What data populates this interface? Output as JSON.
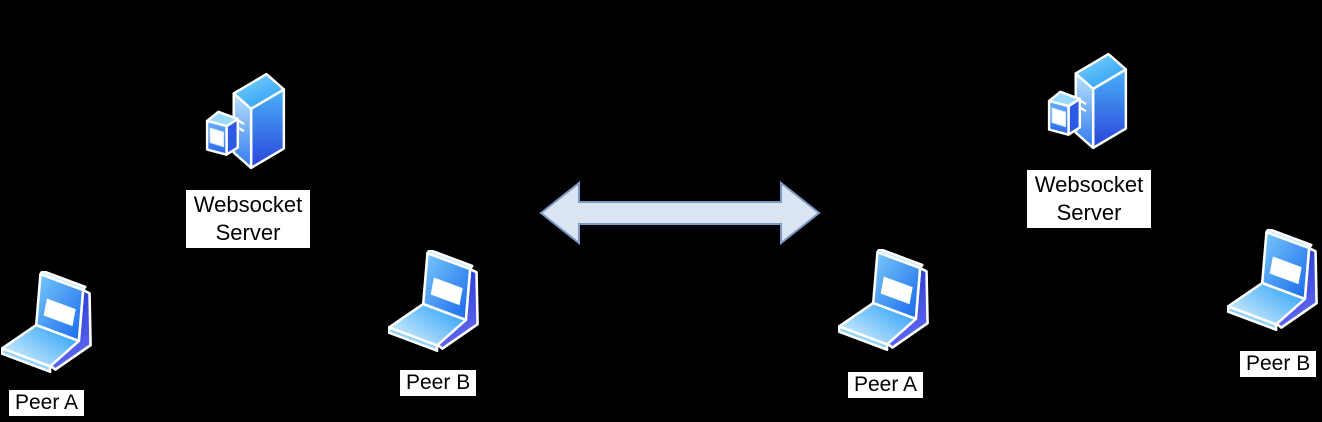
{
  "diagram": {
    "background_color": "#000000",
    "left_cluster": {
      "server_label": "Websocket Server",
      "peer_a_label": "Peer A",
      "peer_b_label": "Peer B"
    },
    "right_cluster": {
      "server_label": "Websocket Server",
      "peer_a_label": "Peer A",
      "peer_b_label": "Peer B"
    },
    "connection_arrow": {
      "type": "double-headed",
      "orientation": "horizontal",
      "fill_color": "#dbe5f2",
      "border_color": "#7e99c8"
    },
    "icon_colors": {
      "icon_outline": "#ffffff",
      "laptop_screen_bezel": "#2a8cf4",
      "laptop_screen": "#ffffff",
      "laptop_spine": "#2946d8",
      "laptop_base_front": "#e9f8ff",
      "laptop_base_back": "#2fa2f7",
      "server_top_face": "#55c0f9",
      "server_side_face_bottom": "#2a42da",
      "server_front_face_top": "#b9e2fd",
      "label_background": "#ffffff",
      "label_text": "#000000"
    }
  }
}
